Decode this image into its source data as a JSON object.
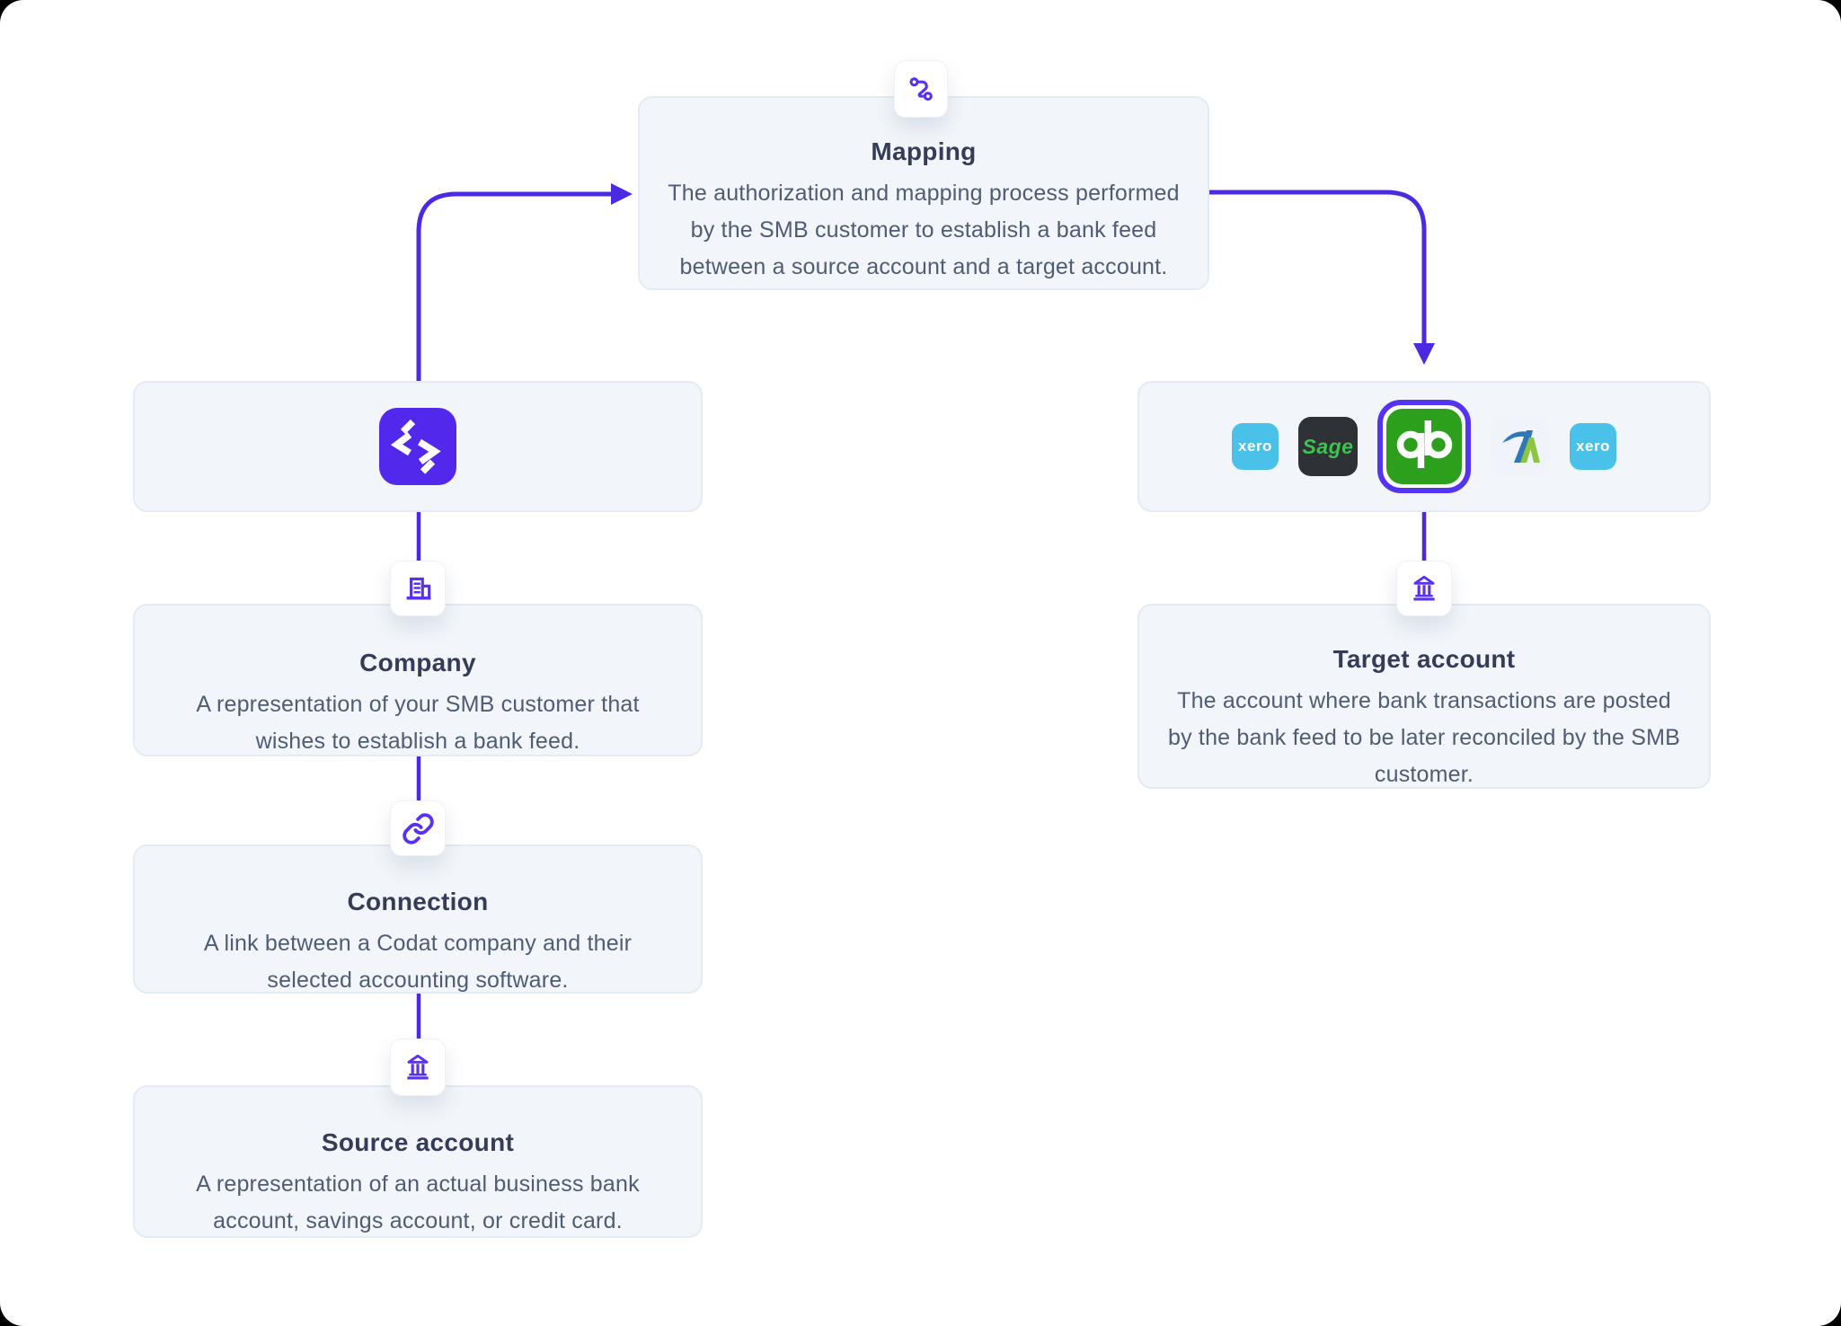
{
  "colors": {
    "accent_purple": "#4c2ae3",
    "icon_purple": "#5b31f1",
    "codat_purple": "#5128ec",
    "quickbooks_ring_purple": "#5533f2",
    "card_background": "#f2f6fa",
    "card_border": "#e3ebf4",
    "title_text": "#353c58",
    "body_text": "#4e5c74",
    "xero_blue": "#49c1e9",
    "sage_dark": "#2e3237",
    "sage_green": "#3ec24e",
    "quickbooks_green": "#2ca01c",
    "freeagent_blue": "#3077b7",
    "freeagent_green": "#8cc63f"
  },
  "nodes": {
    "mapping": {
      "title": "Mapping",
      "body": "The authorization and mapping process performed by the SMB customer to establish a bank feed between a source account and a target account.",
      "icon": "route-icon"
    },
    "codat": {
      "logo": "codat-logo"
    },
    "company": {
      "title": "Company",
      "body": "A representation of your SMB customer that wishes to establish a bank feed.",
      "icon": "building-icon"
    },
    "connection": {
      "title": "Connection",
      "body": "A link between a Codat company and their selected accounting software.",
      "icon": "link-icon"
    },
    "source_account": {
      "title": "Source account",
      "body": "A representation of an actual business bank account, savings account, or credit card.",
      "icon": "bank-icon"
    },
    "integrations": {
      "logos": [
        {
          "name": "xero",
          "label": "xero"
        },
        {
          "name": "sage",
          "label": "Sage"
        },
        {
          "name": "quickbooks",
          "highlighted": true
        },
        {
          "name": "freeagent"
        },
        {
          "name": "xero",
          "label": "xero"
        }
      ]
    },
    "target_account": {
      "title": "Target account",
      "body": "The account where bank transactions are posted by the bank feed to be later reconciled by the SMB customer.",
      "icon": "bank-icon"
    }
  },
  "edges": [
    {
      "from": "company",
      "to": "mapping",
      "style": "arrow"
    },
    {
      "from": "mapping",
      "to": "integrations",
      "style": "arrow"
    },
    {
      "from": "codat",
      "to": "company",
      "style": "line"
    },
    {
      "from": "company",
      "to": "connection",
      "style": "line"
    },
    {
      "from": "connection",
      "to": "source_account",
      "style": "line"
    },
    {
      "from": "integrations",
      "to": "target_account",
      "style": "line"
    }
  ]
}
